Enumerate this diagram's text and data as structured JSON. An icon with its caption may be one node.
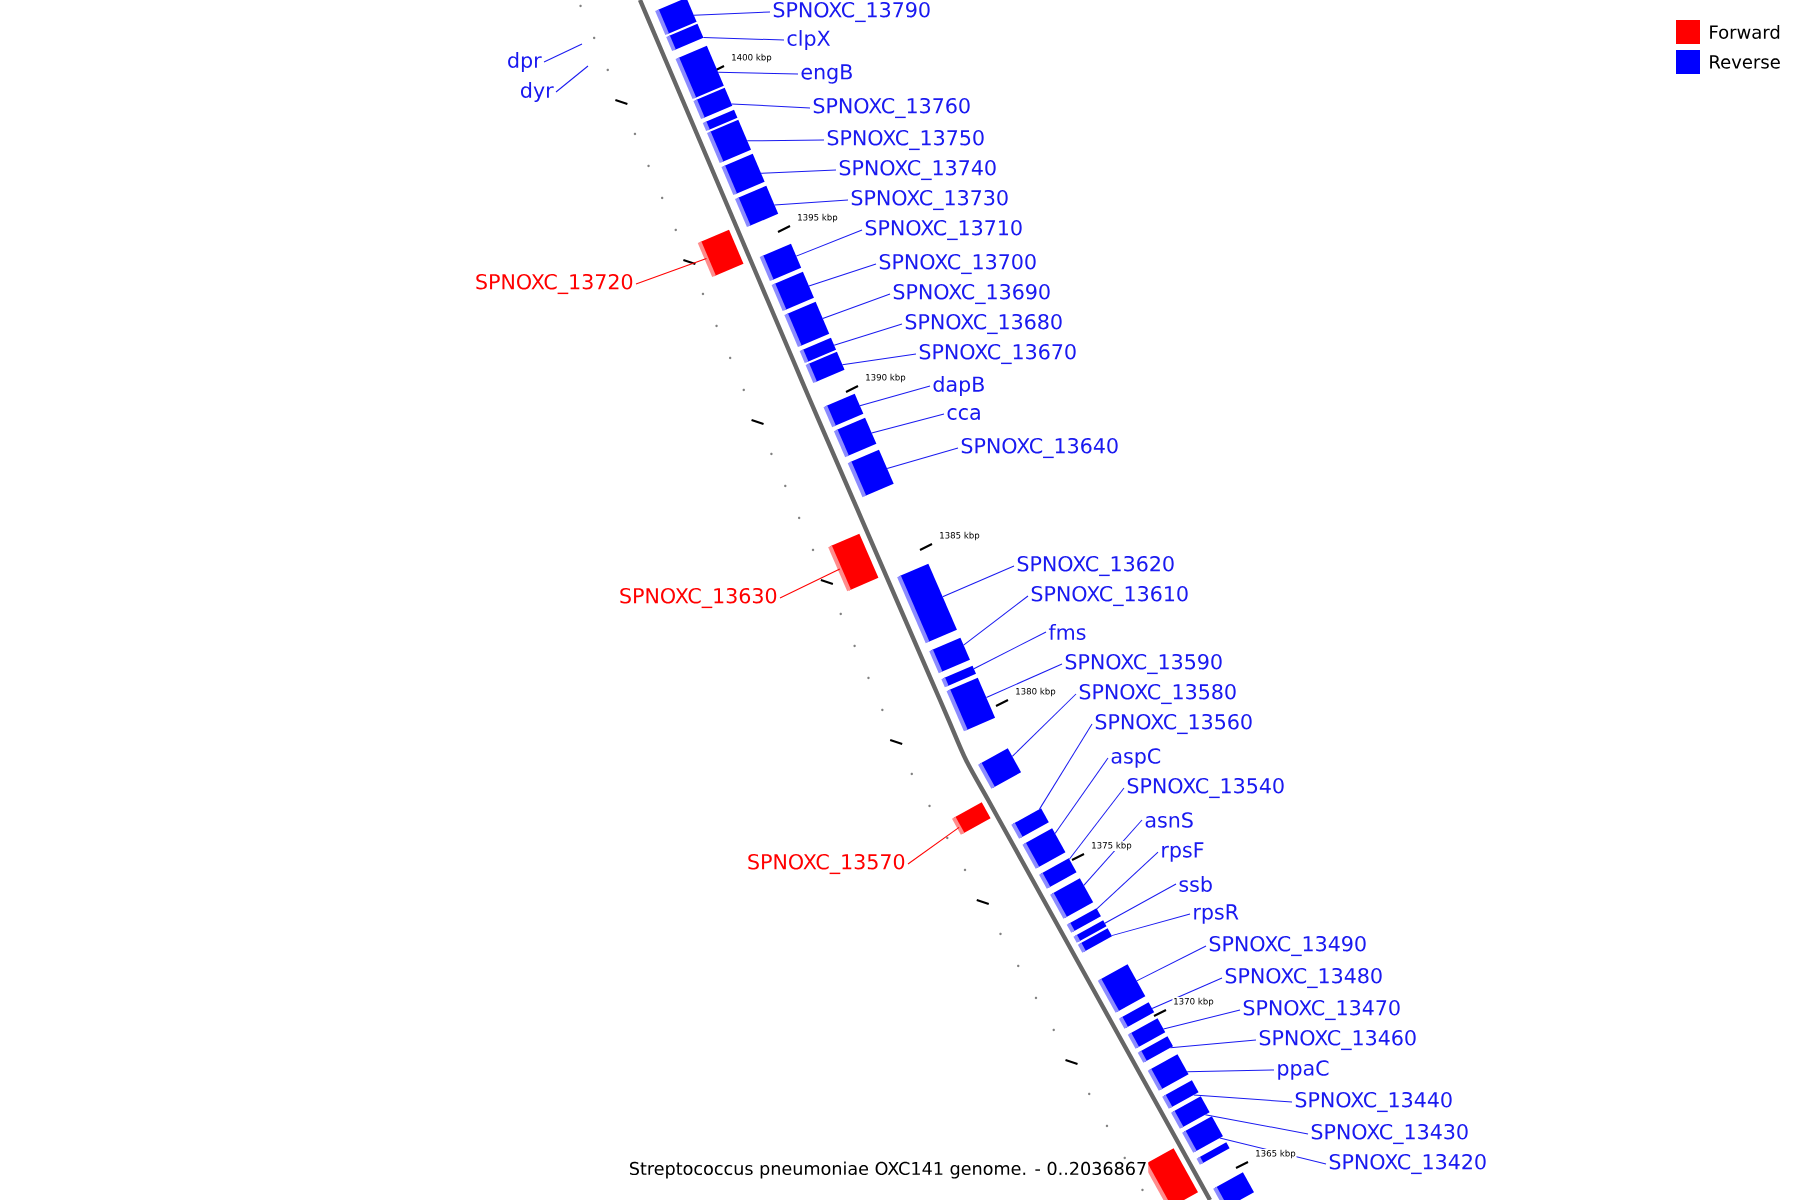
{
  "diagram": {
    "caption": "Streptococcus pneumoniae OXC141 genome. - 0..2036867",
    "nodes": [
      {
        "text": [
          "SPNOXC_13790"
        ]
      },
      {
        "text": [
          "clpX"
        ]
      },
      {
        "text": [
          "dpr"
        ]
      },
      {
        "text": [
          "engB"
        ]
      },
      {
        "text": [
          "dyr"
        ]
      },
      {
        "text": [
          "SPNOXC_13760"
        ]
      },
      {
        "text": [
          "SPNOXC_13750"
        ]
      },
      {
        "text": [
          "SPNOXC_13740"
        ]
      },
      {
        "text": [
          "SPNOXC_13730"
        ]
      },
      {
        "text": [
          "SPNOXC_13710"
        ]
      },
      {
        "text": [
          "SPNOXC_13700"
        ]
      },
      {
        "text": [
          "SPNOXC_13720"
        ]
      },
      {
        "text": [
          "SPNOXC_13690"
        ]
      },
      {
        "text": [
          "SPNOXC_13680"
        ]
      },
      {
        "text": [
          "SPNOXC_13670"
        ]
      },
      {
        "text": [
          "dapB"
        ]
      },
      {
        "text": [
          "cca"
        ]
      },
      {
        "text": [
          "SPNOXC_13640"
        ]
      },
      {
        "text": [
          "SPNOXC_13620"
        ]
      },
      {
        "text": [
          "SPNOXC_13610"
        ]
      },
      {
        "text": [
          "SPNOXC_13630"
        ]
      },
      {
        "text": [
          "fms"
        ]
      },
      {
        "text": [
          "SPNOXC_13590"
        ]
      },
      {
        "text": [
          "SPNOXC_13580"
        ]
      },
      {
        "text": [
          "SPNOXC_13560"
        ]
      },
      {
        "text": [
          "aspC"
        ]
      },
      {
        "text": [
          "SPNOXC_13540"
        ]
      },
      {
        "text": [
          "asnS"
        ]
      },
      {
        "text": [
          "rpsF"
        ]
      },
      {
        "text": [
          "SPNOXC_13570"
        ]
      },
      {
        "text": [
          "ssb"
        ]
      },
      {
        "text": [
          "rpsR"
        ]
      },
      {
        "text": [
          "SPNOXC_13490"
        ]
      },
      {
        "text": [
          "SPNOXC_13480"
        ]
      },
      {
        "text": [
          "SPNOXC_13470"
        ]
      },
      {
        "text": [
          "SPNOXC_13460"
        ]
      },
      {
        "text": [
          "ppaC"
        ]
      },
      {
        "text": [
          "SPNOXC_13440"
        ]
      },
      {
        "text": [
          "SPNOXC_13430"
        ]
      },
      {
        "text": [
          "SPNOXC_13420"
        ]
      },
      {
        "text": [],
        "shape": "bar"
      },
      {
        "text": [],
        "shape": "bar"
      },
      {
        "text": [],
        "shape": "bar"
      },
      {
        "text": [],
        "shape": "bar"
      },
      {
        "text": [],
        "shape": "bar"
      },
      {
        "text": [],
        "shape": "bar"
      },
      {
        "text": [],
        "shape": "bar"
      },
      {
        "text": [],
        "shape": "bar"
      },
      {
        "text": [],
        "shape": "bar"
      },
      {
        "text": [],
        "shape": "bar"
      },
      {
        "text": [],
        "shape": "bar"
      },
      {
        "text": [],
        "shape": "bar"
      },
      {
        "text": [],
        "shape": "bar"
      },
      {
        "text": [],
        "shape": "bar"
      },
      {
        "text": [],
        "shape": "bar"
      },
      {
        "text": [],
        "shape": "bar"
      },
      {
        "text": [],
        "shape": "bar"
      },
      {
        "text": [],
        "shape": "bar"
      },
      {
        "text": [],
        "shape": "bar"
      },
      {
        "text": [],
        "shape": "bar"
      },
      {
        "text": [],
        "shape": "bar"
      },
      {
        "text": [],
        "shape": "bar"
      },
      {
        "text": [],
        "shape": "bar"
      },
      {
        "text": [],
        "shape": "bar"
      },
      {
        "text": [],
        "shape": "bar"
      },
      {
        "text": [],
        "shape": "bar"
      },
      {
        "text": [],
        "shape": "bar"
      },
      {
        "text": [],
        "shape": "bar"
      },
      {
        "text": [],
        "shape": "bar"
      },
      {
        "text": [],
        "shape": "bar"
      },
      {
        "text": [],
        "shape": "bar"
      },
      {
        "text": [],
        "shape": "bar"
      },
      {
        "text": [],
        "shape": "bar"
      },
      {
        "text": [],
        "shape": "bar"
      },
      {
        "text": [],
        "shape": "bar"
      },
      {
        "text": [],
        "shape": "bar"
      },
      {
        "text": [],
        "shape": "bar"
      },
      {
        "text": [],
        "shape": "bar"
      },
      {
        "text": [],
        "shape": "bar"
      },
      {
        "text": [],
        "shape": "bar"
      },
      {
        "text": [],
        "shape": "bar"
      },
      {
        "text": [],
        "shape": "bar"
      }
    ],
    "edges": [
      {
        "from": 0,
        "to": 40,
        "arrow": "none"
      },
      {
        "from": 1,
        "to": 41,
        "arrow": "none"
      },
      {
        "from": 2,
        "to": null,
        "arrow": "none"
      },
      {
        "from": 3,
        "to": 42,
        "arrow": "none"
      },
      {
        "from": 4,
        "to": null,
        "arrow": "none"
      },
      {
        "from": 5,
        "to": 43,
        "arrow": "none"
      },
      {
        "from": 6,
        "to": 45,
        "arrow": "none"
      },
      {
        "from": 7,
        "to": 46,
        "arrow": "none"
      },
      {
        "from": 8,
        "to": 47,
        "arrow": "none"
      },
      {
        "from": 9,
        "to": 49,
        "arrow": "none"
      },
      {
        "from": 10,
        "to": 50,
        "arrow": "none"
      },
      {
        "from": 11,
        "to": 48,
        "arrow": "none",
        "color": "#ff0000"
      },
      {
        "from": 12,
        "to": 51,
        "arrow": "none"
      },
      {
        "from": 13,
        "to": 52,
        "arrow": "none"
      },
      {
        "from": 14,
        "to": 53,
        "arrow": "none"
      },
      {
        "from": 15,
        "to": 54,
        "arrow": "none"
      },
      {
        "from": 16,
        "to": 55,
        "arrow": "none"
      },
      {
        "from": 17,
        "to": 56,
        "arrow": "none"
      },
      {
        "from": 18,
        "to": 58,
        "arrow": "none"
      },
      {
        "from": 19,
        "to": 59,
        "arrow": "none"
      },
      {
        "from": 20,
        "to": 57,
        "arrow": "none",
        "color": "#ff0000"
      },
      {
        "from": 21,
        "to": 60,
        "arrow": "none"
      },
      {
        "from": 22,
        "to": 61,
        "arrow": "none"
      },
      {
        "from": 23,
        "to": 62,
        "arrow": "none"
      },
      {
        "from": 24,
        "to": 64,
        "arrow": "none"
      },
      {
        "from": 25,
        "to": 65,
        "arrow": "none"
      },
      {
        "from": 26,
        "to": 66,
        "arrow": "none"
      },
      {
        "from": 27,
        "to": 67,
        "arrow": "none"
      },
      {
        "from": 28,
        "to": 68,
        "arrow": "none"
      },
      {
        "from": 29,
        "to": 63,
        "arrow": "none",
        "color": "#ff0000"
      },
      {
        "from": 30,
        "to": 69,
        "arrow": "none"
      },
      {
        "from": 31,
        "to": 70,
        "arrow": "none"
      },
      {
        "from": 32,
        "to": 71,
        "arrow": "none"
      },
      {
        "from": 33,
        "to": 72,
        "arrow": "none"
      },
      {
        "from": 34,
        "to": 73,
        "arrow": "none"
      },
      {
        "from": 35,
        "to": 74,
        "arrow": "none"
      },
      {
        "from": 36,
        "to": 75,
        "arrow": "none"
      },
      {
        "from": 37,
        "to": 76,
        "arrow": "none"
      },
      {
        "from": 38,
        "to": 77,
        "arrow": "none"
      },
      {
        "from": 39,
        "to": 78,
        "arrow": "none"
      }
    ],
    "labels": [
      "1400 kbp",
      "1395 kbp",
      "1390 kbp",
      "1385 kbp",
      "1380 kbp",
      "1375 kbp",
      "1370 kbp",
      "1365 kbp"
    ],
    "legend": [
      {
        "text": "Forward",
        "color": "#ff0000"
      },
      {
        "text": "Reverse",
        "color": "#0000ff"
      }
    ]
  }
}
